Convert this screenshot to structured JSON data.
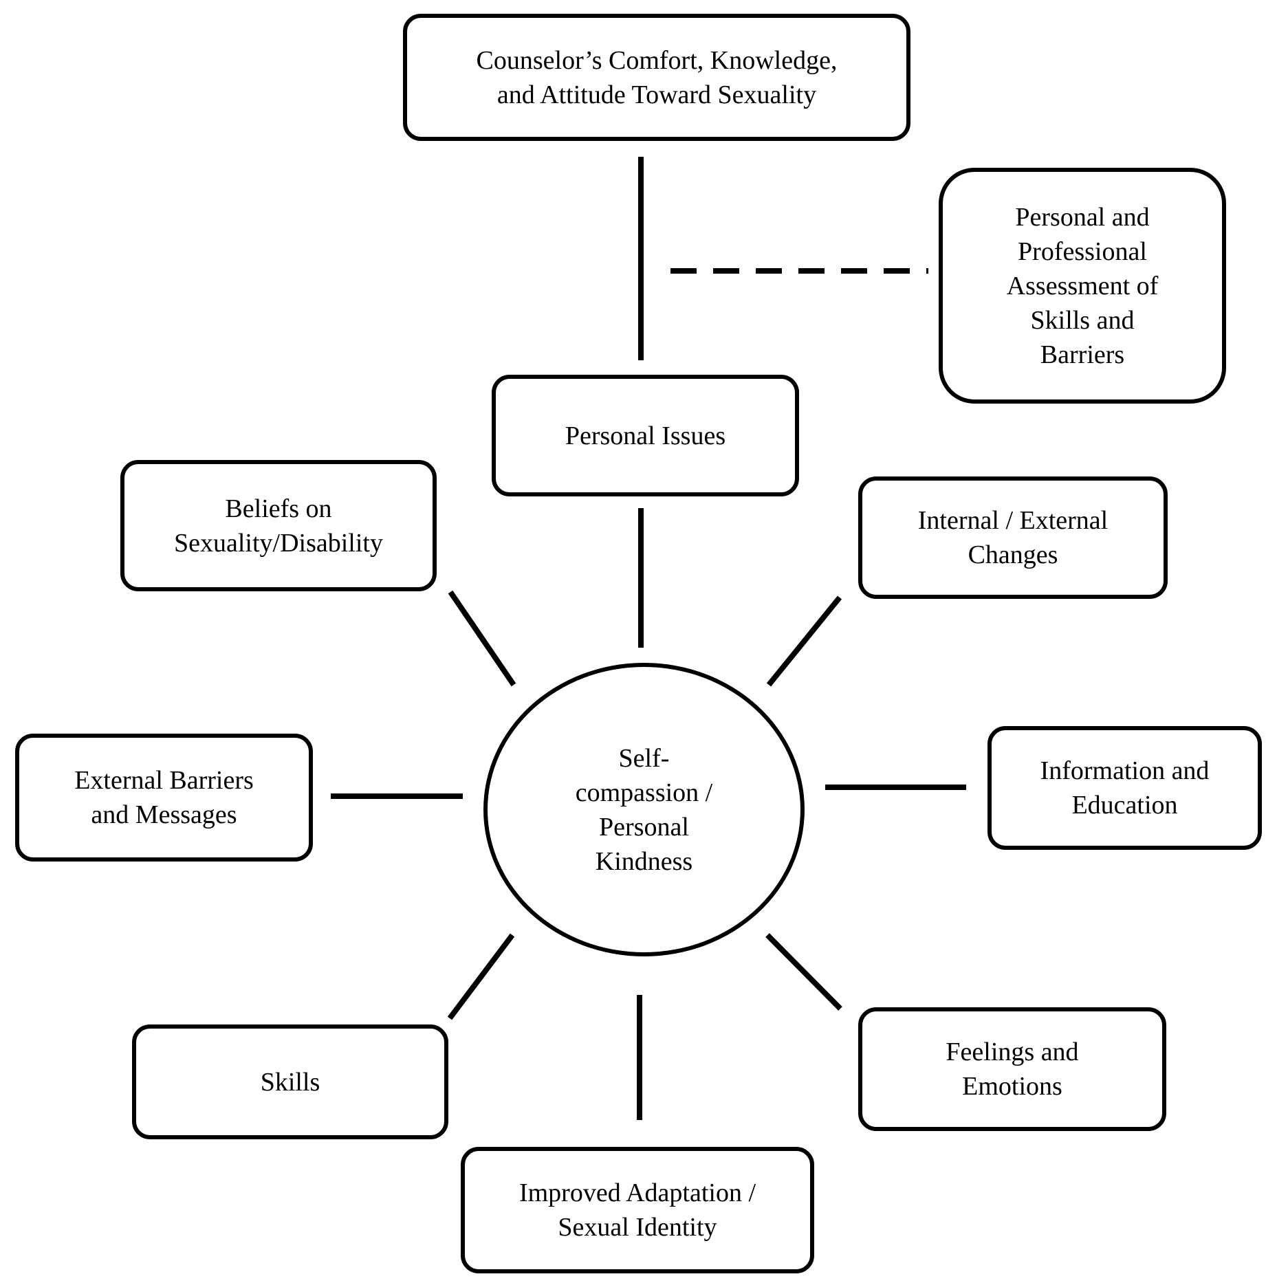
{
  "diagram": {
    "center": {
      "lines": [
        "Self-",
        "compassion /",
        "Personal",
        "Kindness"
      ]
    },
    "top": {
      "lines": [
        "Counselor’s Comfort, Knowledge,",
        "and Attitude Toward Sexuality"
      ]
    },
    "assessment": {
      "lines": [
        "Personal and",
        "Professional",
        "Assessment of",
        "Skills and",
        "Barriers"
      ]
    },
    "personal_issues": {
      "lines": [
        "Personal Issues"
      ]
    },
    "beliefs": {
      "lines": [
        "Beliefs on",
        "Sexuality/Disability"
      ]
    },
    "internal_external": {
      "lines": [
        "Internal / External",
        "Changes"
      ]
    },
    "external_barriers": {
      "lines": [
        "External Barriers",
        "and Messages"
      ]
    },
    "information": {
      "lines": [
        "Information and",
        "Education"
      ]
    },
    "skills": {
      "lines": [
        "Skills"
      ]
    },
    "feelings": {
      "lines": [
        "Feelings and",
        "Emotions"
      ]
    },
    "adaptation": {
      "lines": [
        "Improved Adaptation /",
        "Sexual Identity"
      ]
    }
  }
}
